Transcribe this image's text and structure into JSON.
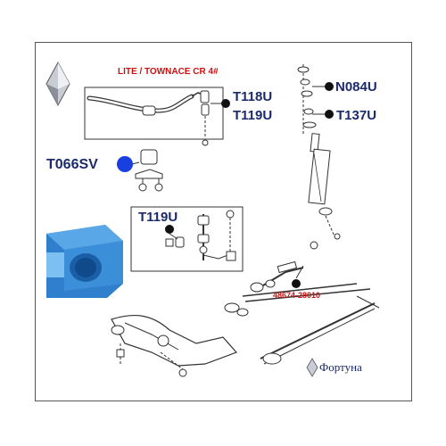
{
  "diagram": {
    "title": "LITE / TOWNACE CR 4#",
    "parts": [
      {
        "code": "N084U"
      },
      {
        "code": "T118U"
      },
      {
        "code": "T119U"
      },
      {
        "code": "T137U"
      },
      {
        "code": "T066SV"
      },
      {
        "code": "T119U"
      },
      {
        "code": "48674-28010"
      }
    ],
    "brand": "Фортуна",
    "colors": {
      "accent_blue": "#1a3fe0",
      "label_red": "#d01010",
      "label_navy": "#1a2a6b",
      "bushing_blue": "#3a8fd8"
    }
  }
}
